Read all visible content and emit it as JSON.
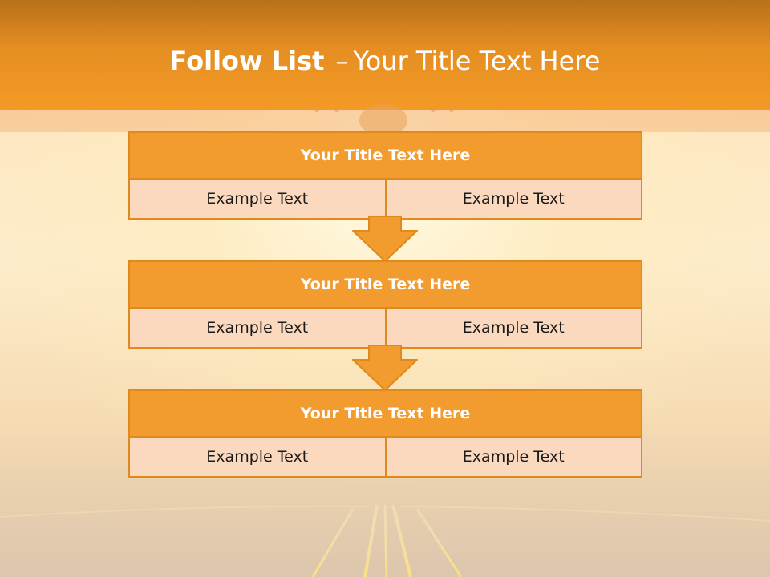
{
  "slide": {
    "title_bold": "Follow List",
    "title_sep": "–",
    "title_rest": "Your Title Text Here"
  },
  "blocks": [
    {
      "title": "Your Title Text Here",
      "left": "Example Text",
      "right": "Example Text"
    },
    {
      "title": "Your Title Text Here",
      "left": "Example Text",
      "right": "Example Text"
    },
    {
      "title": "Your Title Text Here",
      "left": "Example Text",
      "right": "Example Text"
    }
  ],
  "colors": {
    "header": "#f39a25",
    "block_title": "#f29b2f",
    "block_body": "#fbd9bf",
    "border": "#e08a1e",
    "arrow": "#f29b2f"
  }
}
